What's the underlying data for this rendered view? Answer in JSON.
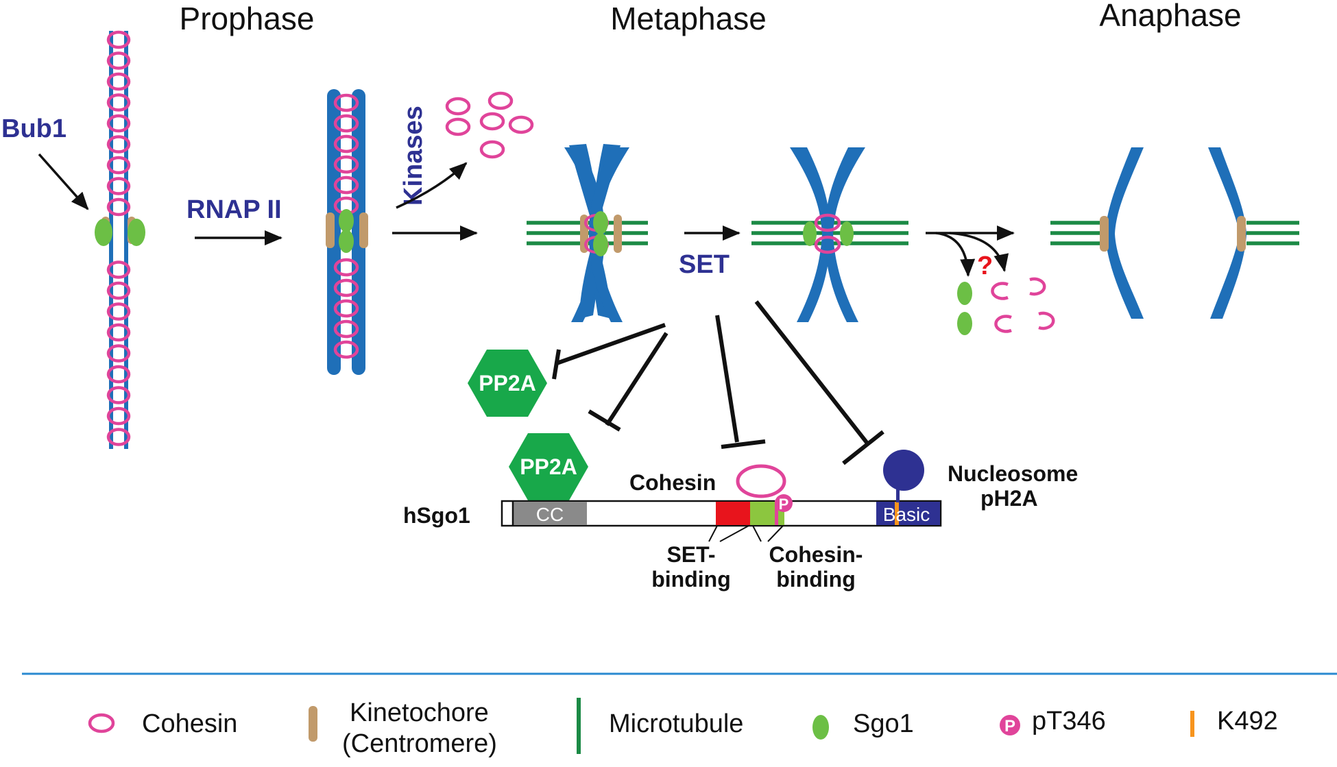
{
  "stages": [
    "Prophase",
    "Metaphase",
    "Anaphase"
  ],
  "actors": {
    "bub1": "Bub1",
    "rnap": "RNAP II",
    "kinases": "Kinases",
    "set": "SET",
    "question": "?"
  },
  "hsgo1": {
    "name": "hSgo1",
    "pp2a": "PP2A",
    "cc": "CC",
    "basic": "Basic",
    "cohesin": "Cohesin",
    "p": "P",
    "nucleosome_line1": "Nucleosome",
    "nucleosome_line2": "pH2A",
    "set_binding_1": "SET-",
    "set_binding_2": "binding",
    "cohesin_binding_1": "Cohesin-",
    "cohesin_binding_2": "binding"
  },
  "legend": {
    "cohesin": "Cohesin",
    "kinetochore_1": "Kinetochore",
    "kinetochore_2": "(Centromere)",
    "microtubule": "Microtubule",
    "sgo1": "Sgo1",
    "pt346": "pT346",
    "pt346_symbol": "P",
    "k492": "K492"
  },
  "colors": {
    "chromatid": "#1f6fb8",
    "cohesin": "#e0449a",
    "kinetochore": "#c19a6b",
    "sgo1": "#6cbf45",
    "microtubule": "#1b8a45",
    "pp2a": "#18a84a",
    "set_region": "#e8141c",
    "cohesin_region": "#8cc63f",
    "cc_region": "#8a8a8a",
    "basic_region": "#2e3192",
    "nucleosome": "#2e3192",
    "k492": "#f7941d",
    "label_blue": "#2e3192",
    "question_red": "#e8141c",
    "divider": "#2a8ad0"
  }
}
